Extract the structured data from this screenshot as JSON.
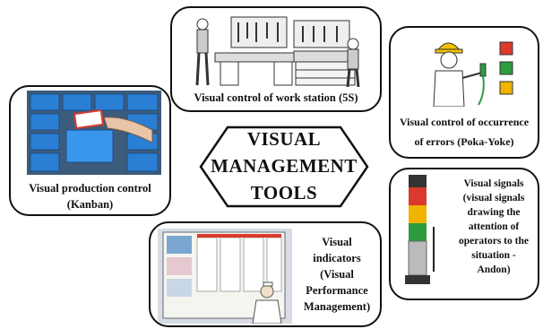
{
  "center": {
    "lines": [
      "VISUAL",
      "MANAGEMENT",
      "TOOLS"
    ]
  },
  "tools": [
    {
      "id": "5s",
      "label": "Visual control of work station (5S)"
    },
    {
      "id": "pokayoke",
      "label_line1": "Visual control of occurrence",
      "label_line2": "of errors (Poka-Yoke)"
    },
    {
      "id": "kanban",
      "label_line1": "Visual production control",
      "label_line2": "(Kanban)"
    },
    {
      "id": "andon",
      "lines": [
        "Visual signals",
        "(visual signals",
        "drawing the",
        "attention of",
        "operators to the",
        "situation -",
        "Andon)"
      ]
    },
    {
      "id": "vpm",
      "lines": [
        "Visual",
        "indicators",
        "(Visual",
        "Performance",
        "Management)"
      ]
    }
  ],
  "colors": {
    "border": "#111111",
    "helmet": "#f2c200",
    "kanban_bin": "#2a7fd4",
    "andon_red": "#d93a2b",
    "andon_yellow": "#f0b400",
    "andon_green": "#2e9b3e"
  }
}
